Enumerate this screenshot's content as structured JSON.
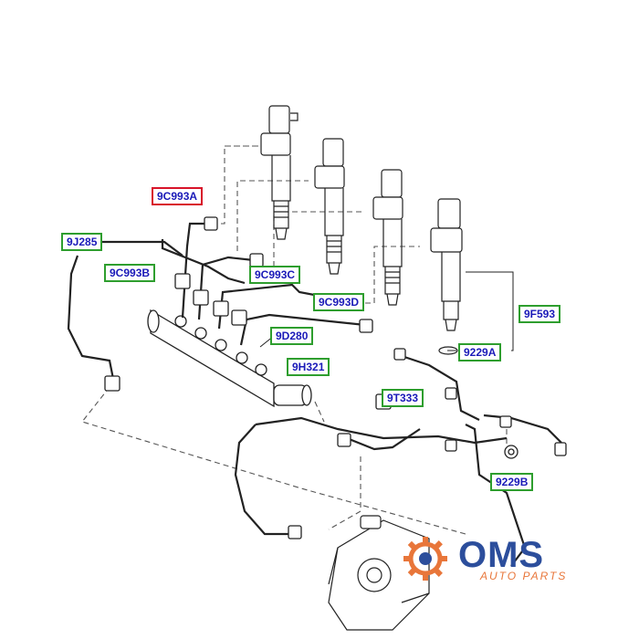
{
  "diagram": {
    "labels": {
      "c993a": "9C993A",
      "j285": "9J285",
      "c993b": "9C993B",
      "c993c": "9C993C",
      "c993d": "9C993D",
      "f593": "9F593",
      "d280": "9D280",
      "a229": "9229A",
      "h321": "9H321",
      "t333": "9T333",
      "b229": "9229B"
    },
    "highlight_color": "#d8142a",
    "label_border_color": "#2e9e2e",
    "label_text_color": "#1a1ab8"
  },
  "logo": {
    "word": "OMS",
    "tagline": "AUTO PARTS",
    "primary_color": "#2c4e9c",
    "accent_color": "#e8763a"
  }
}
